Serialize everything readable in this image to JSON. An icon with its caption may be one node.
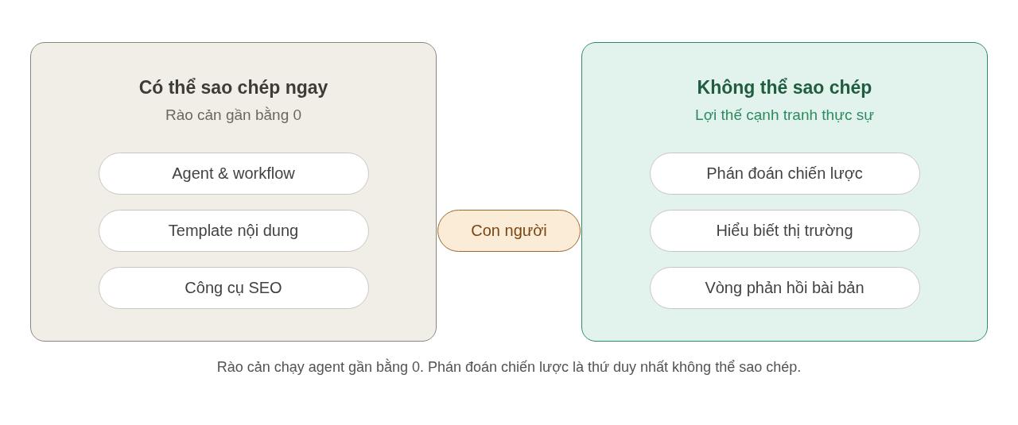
{
  "diagram": {
    "caption": "Rào cản chạy agent gần bằng 0. Phán đoán chiến lược là thứ duy nhất không thể sao chép.",
    "nodes": [
      {
        "text": [
          "Có thể sao chép ngay",
          "Rào cản gần bằng 0"
        ]
      },
      {
        "text": [
          "Agent & workflow"
        ],
        "in": 0
      },
      {
        "text": [
          "Template nội dung"
        ],
        "in": 0
      },
      {
        "text": [
          "Công cụ SEO"
        ],
        "in": 0
      },
      {
        "text": [
          "Không thể sao chép",
          "Lợi thế cạnh tranh thực sự"
        ]
      },
      {
        "text": [
          "Phán đoán chiến lược"
        ],
        "in": 4
      },
      {
        "text": [
          "Hiểu biết thị trường"
        ],
        "in": 4
      },
      {
        "text": [
          "Vòng phản hồi bài bản"
        ],
        "in": 4
      },
      {
        "text": [
          "Con người"
        ]
      }
    ]
  }
}
